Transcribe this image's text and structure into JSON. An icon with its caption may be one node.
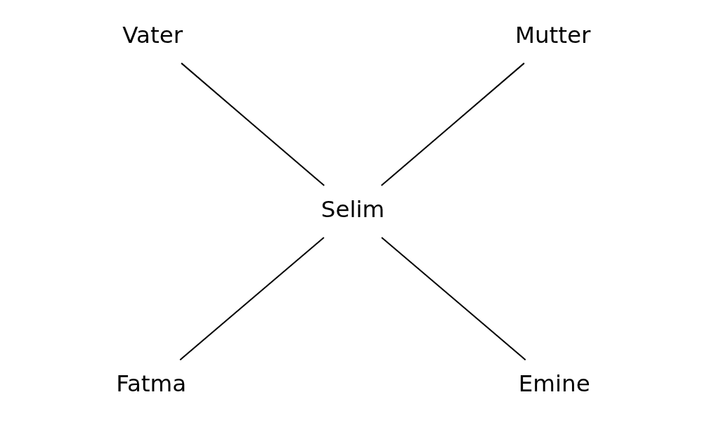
{
  "diagram": {
    "nodes": [
      {
        "text": [
          "Vater"
        ]
      },
      {
        "text": [
          "Mutter"
        ]
      },
      {
        "text": [
          "Selim"
        ]
      },
      {
        "text": [
          "Fatma"
        ]
      },
      {
        "text": [
          "Emine"
        ]
      }
    ],
    "edges": [
      {
        "from": 0,
        "to": 2,
        "arrow": "none"
      },
      {
        "from": 1,
        "to": 2,
        "arrow": "none"
      },
      {
        "from": 2,
        "to": 3,
        "arrow": "none"
      },
      {
        "from": 2,
        "to": 4,
        "arrow": "none"
      }
    ]
  }
}
